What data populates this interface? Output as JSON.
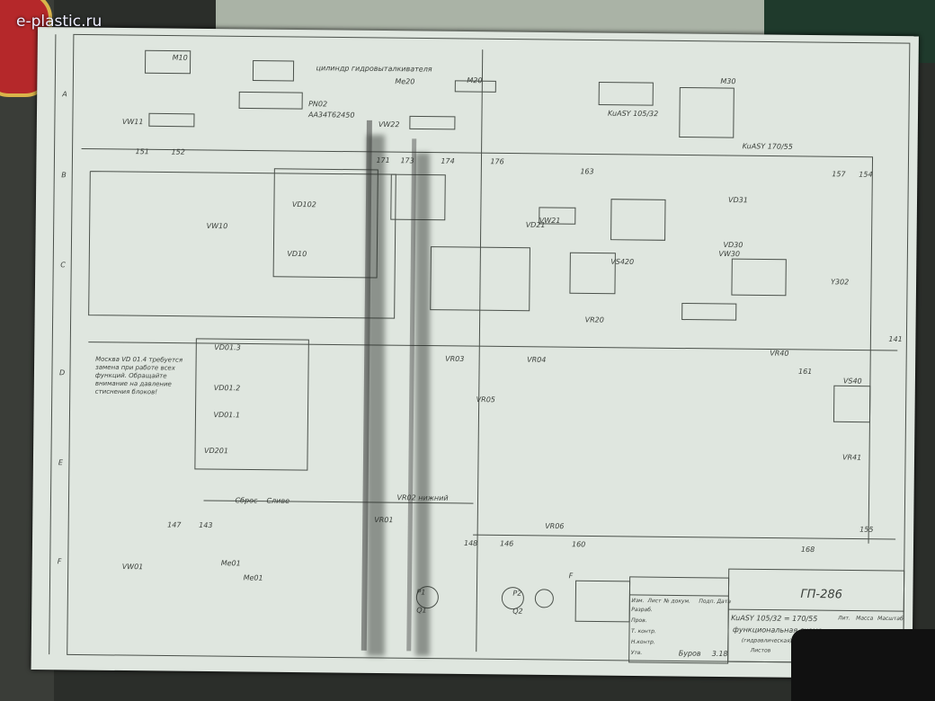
{
  "watermark": "e-plastic.ru",
  "title_block": {
    "drawing_number": "ГП-286",
    "machine": "KuASY 105/32 = 170/55",
    "title": "функциональная схема",
    "subtitle": "(гидравлическая)",
    "columns": [
      "Изм.",
      "Лист",
      "№ докум.",
      "Подп.",
      "Дата"
    ],
    "rows": [
      "Разраб.",
      "Пров.",
      "Т. контр.",
      "Н.контр.",
      "Утв."
    ],
    "author": "Буров",
    "date": "3.18",
    "right_headers": [
      "Лит.",
      "Масса",
      "Масштаб"
    ],
    "sheets": "Листов"
  },
  "row_letters": [
    "A",
    "B",
    "C",
    "D",
    "E",
    "F"
  ],
  "note": "Москва VD 01.4 требуется замена при работе всех функций. Обращайте внимание на давление стиснения блоков!",
  "labels": [
    "M10",
    "цилиндр гидровыталкивателя",
    "PN02",
    "AA34T62450",
    "Me20",
    "M20",
    "M30",
    "KuASY 105/32",
    "KuASY 170/55",
    "VW11",
    "VW22",
    "VW10",
    "VW21",
    "VW30",
    "VR20",
    "VR05",
    "VR02 нижний",
    "VR03",
    "VR04",
    "VR06",
    "VR40",
    "VR41",
    "VS420",
    "VS40",
    "P1",
    "Q1",
    "P2",
    "Q2",
    "VW01",
    "Me01",
    "VD01.3",
    "VD01.2",
    "VD01.1",
    "VD201",
    "VD10",
    "VD102",
    "VD21",
    "VD30",
    "VD31",
    "Y302",
    "Сброс",
    "151",
    "152",
    "171",
    "173",
    "174",
    "176",
    "163",
    "157",
    "154",
    "148",
    "147",
    "143",
    "146",
    "161",
    "160",
    "168",
    "155",
    "141",
    "Me01",
    "F",
    "VR01",
    "Сливе"
  ]
}
